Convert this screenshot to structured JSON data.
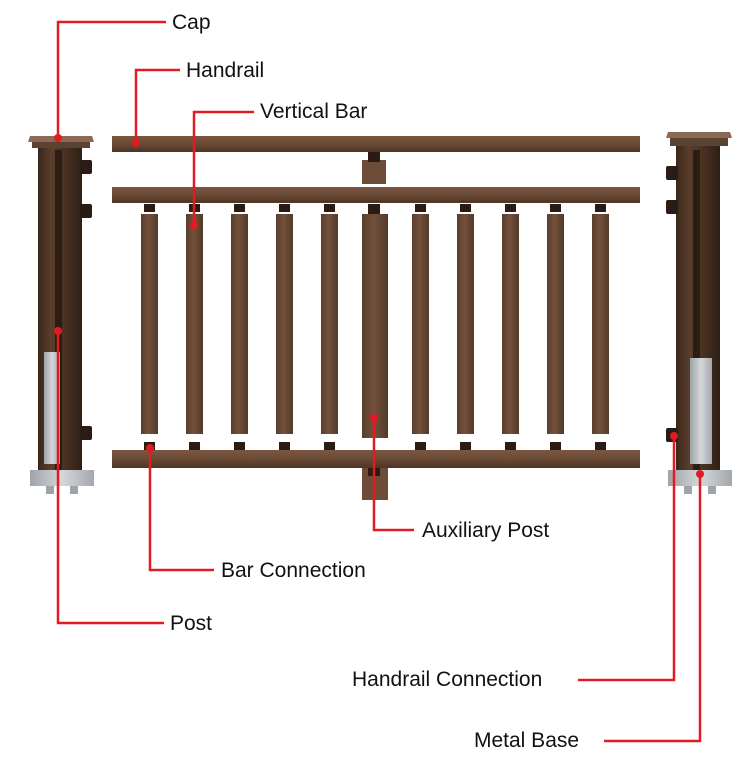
{
  "labels": {
    "cap": "Cap",
    "handrail": "Handrail",
    "vertical_bar": "Vertical Bar",
    "auxiliary_post": "Auxiliary Post",
    "bar_connection": "Bar Connection",
    "post": "Post",
    "handrail_connection": "Handrail Connection",
    "metal_base": "Metal Base"
  },
  "colors": {
    "wood": "#6a4a36",
    "wood_dark": "#3f2a1e",
    "connector": "#2a1c14",
    "metal": "#b8bcc0",
    "leader_line": "#e11b22",
    "text": "#111111"
  }
}
